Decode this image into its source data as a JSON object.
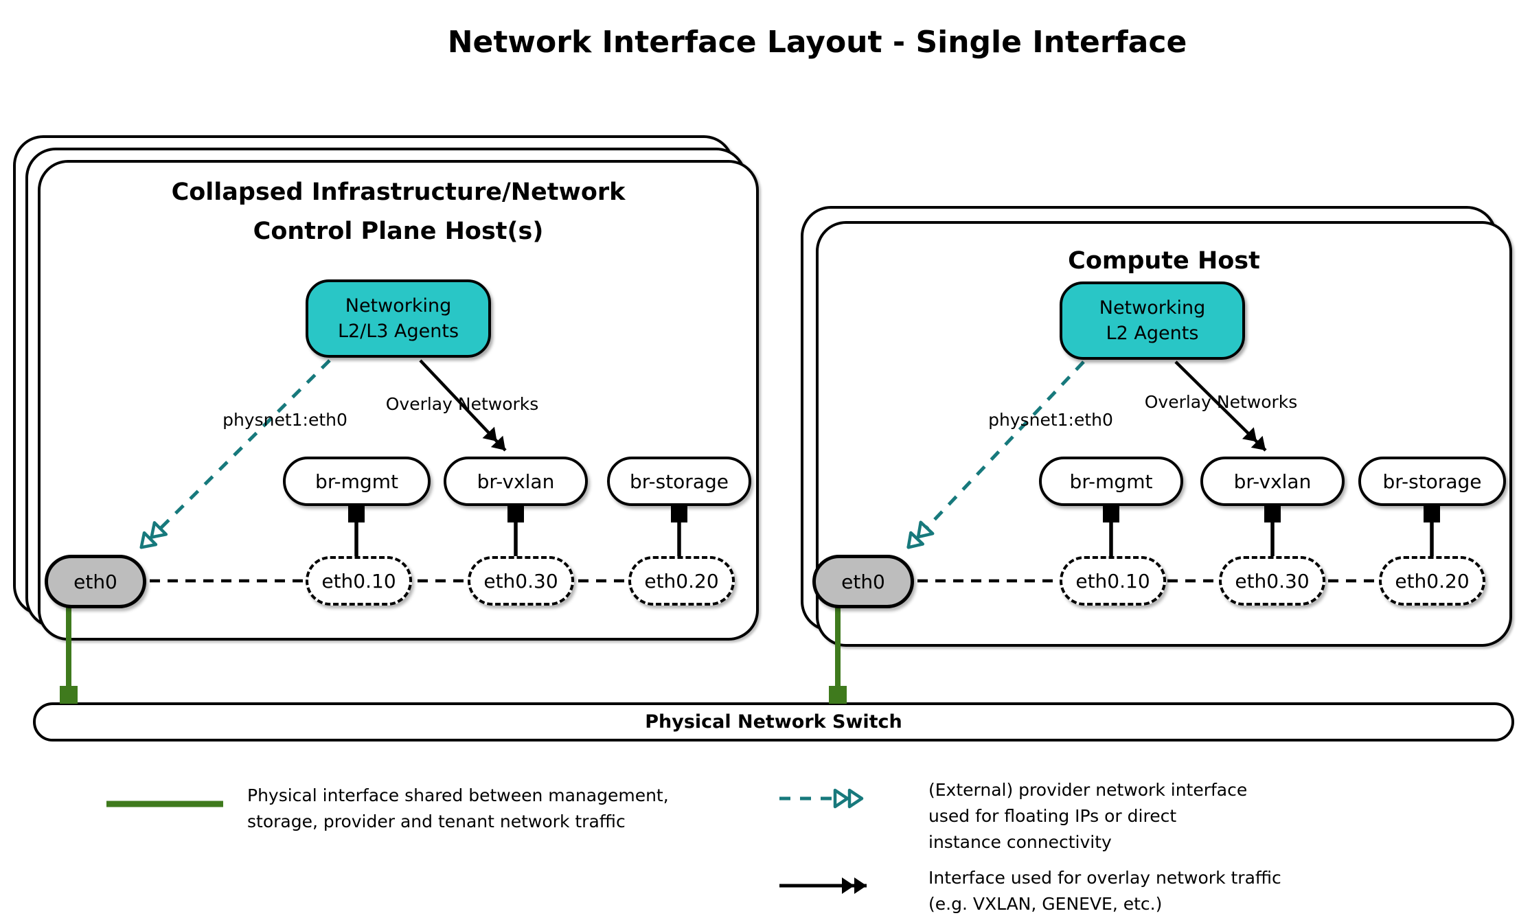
{
  "diagram_title": "Network Interface Layout - Single Interface",
  "colors": {
    "agent_fill": "#29c6c6",
    "provider_arrow": "#17797c",
    "physical_link_green": "#3f7a1d",
    "physical_interface_fill": "#bdbdbd"
  },
  "hosts": [
    {
      "title_lines": [
        "Collapsed Infrastructure/Network",
        "Control Plane Host(s)"
      ],
      "agent_lines": [
        "Networking",
        "L2/L3 Agents"
      ],
      "provider_label": "physnet1:eth0",
      "overlay_label": "Overlay Networks",
      "bridges": [
        "br-mgmt",
        "br-vxlan",
        "br-storage"
      ],
      "physical_interface": "eth0",
      "vlan_interfaces": [
        "eth0.10",
        "eth0.30",
        "eth0.20"
      ]
    },
    {
      "title_lines": [
        "Compute Host"
      ],
      "agent_lines": [
        "Networking",
        "L2 Agents"
      ],
      "provider_label": "physnet1:eth0",
      "overlay_label": "Overlay Networks",
      "bridges": [
        "br-mgmt",
        "br-vxlan",
        "br-storage"
      ],
      "physical_interface": "eth0",
      "vlan_interfaces": [
        "eth0.10",
        "eth0.30",
        "eth0.20"
      ]
    }
  ],
  "switch": {
    "label": "Physical Network Switch"
  },
  "legend": [
    {
      "symbol": "green-solid-line",
      "lines": [
        "Physical interface shared between management,",
        "storage, provider and tenant network traffic"
      ]
    },
    {
      "symbol": "teal-dashed-double-arrow",
      "lines": [
        "(External) provider network interface",
        "used for floating IPs or direct",
        "instance connectivity"
      ]
    },
    {
      "symbol": "black-solid-double-arrow",
      "lines": [
        "Interface used for overlay network traffic",
        "(e.g. VXLAN, GENEVE, etc.)"
      ]
    }
  ]
}
